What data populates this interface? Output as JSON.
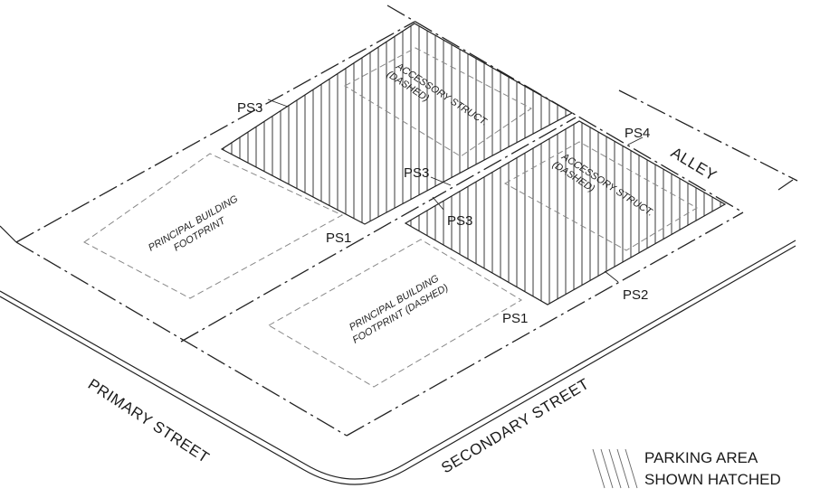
{
  "labels": {
    "ps3_top": "PS3",
    "ps3_mid": "PS3",
    "ps3_low": "PS3",
    "ps4": "PS4",
    "ps1_left": "PS1",
    "ps1_right": "PS1",
    "ps2": "PS2",
    "alley": "ALLEY"
  },
  "footprints": {
    "principal_1_line1": "PRINCIPAL BUILDING",
    "principal_1_line2": "FOOTPRINT",
    "principal_2_line1": "PRINCIPAL BUILDING",
    "principal_2_line2": "FOOTPRINT (DASHED)",
    "accessory_1_line1": "ACCESSORY STRUCT.",
    "accessory_1_line2": "(DASHED)",
    "accessory_2_line1": "ACCESSORY STRUCT.",
    "accessory_2_line2": "(DASHED)"
  },
  "streets": {
    "primary": "PRIMARY STREET",
    "secondary": "SECONDARY STREET"
  },
  "legend": {
    "line1": "PARKING AREA",
    "line2": "SHOWN HATCHED"
  }
}
